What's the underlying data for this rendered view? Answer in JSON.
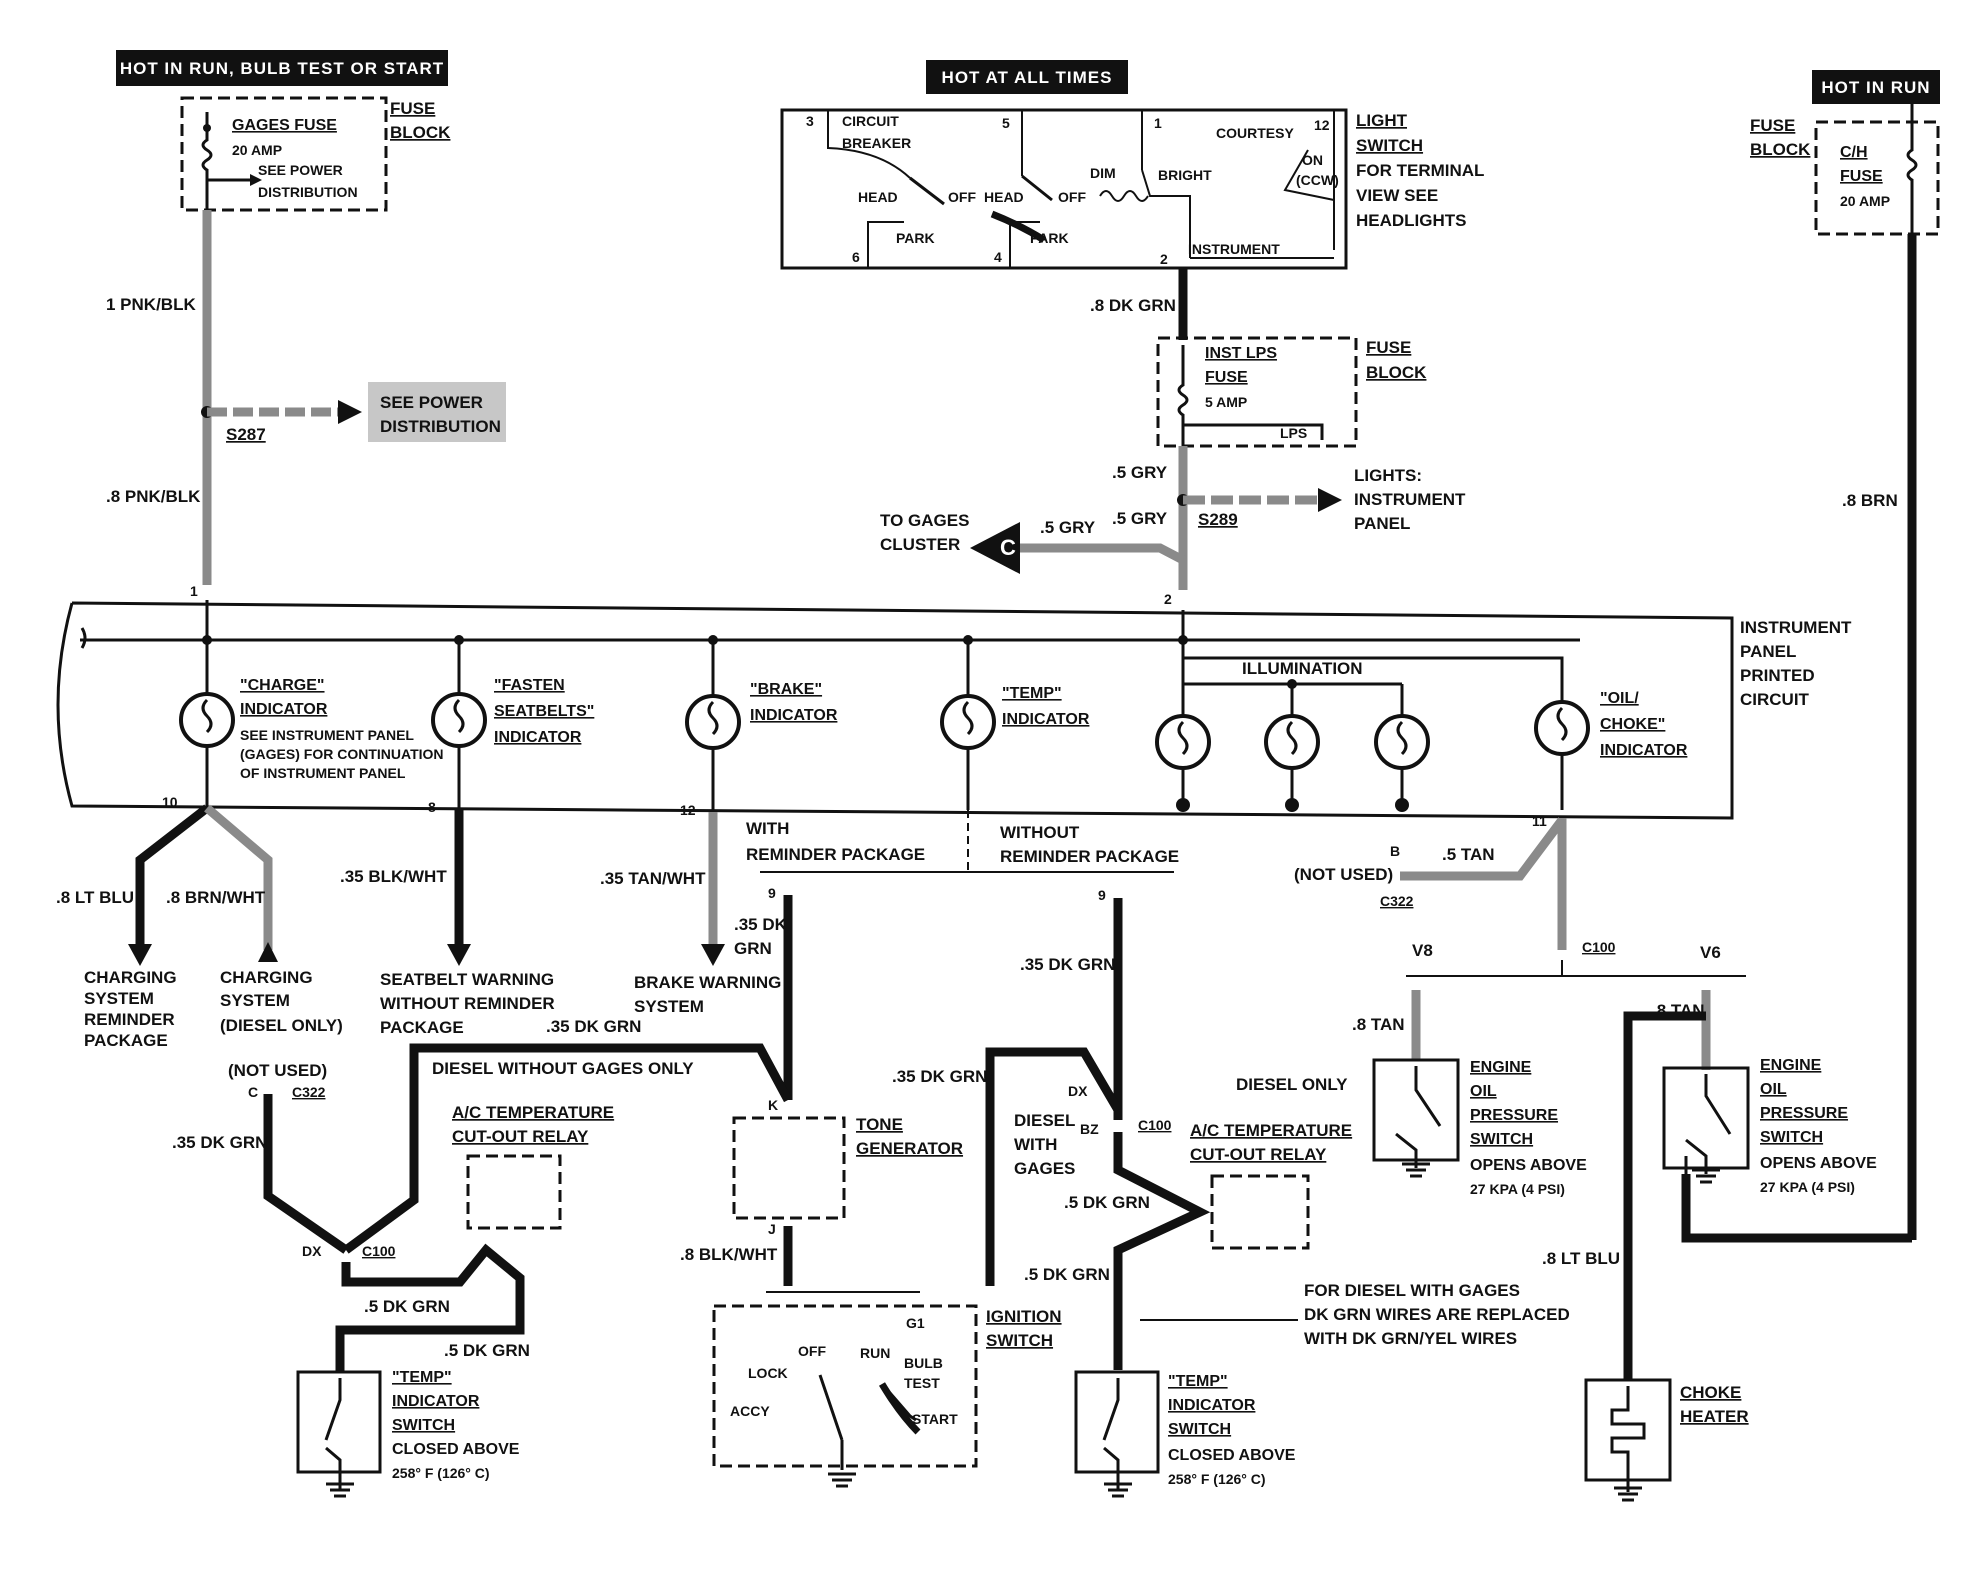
{
  "power": {
    "hot_run_bulb_start": "HOT IN RUN, BULB TEST OR START",
    "hot_all_times": "HOT AT ALL TIMES",
    "hot_in_run": "HOT IN RUN"
  },
  "fuse_block_left": {
    "block": [
      "FUSE",
      "BLOCK"
    ],
    "name": "GAGES FUSE",
    "rating": "20 AMP",
    "note": [
      "SEE POWER",
      "DISTRIBUTION"
    ]
  },
  "fuse_block_right": {
    "block": [
      "FUSE",
      "BLOCK"
    ],
    "name": [
      "C/H",
      "FUSE"
    ],
    "rating": "20 AMP"
  },
  "light_switch": {
    "label": [
      "LIGHT",
      "SWITCH",
      "FOR TERMINAL",
      "VIEW SEE",
      "HEADLIGHTS"
    ],
    "circuit_breaker": [
      "CIRCUIT",
      "BREAKER"
    ],
    "courtesy": "COURTESY",
    "on_ccw": [
      "ON",
      "(CCW)"
    ],
    "dim": "DIM",
    "bright": "BRIGHT",
    "head": "HEAD",
    "off": "OFF",
    "park": "PARK",
    "instrument": "INSTRUMENT",
    "pins": [
      "3",
      "5",
      "1",
      "12",
      "6",
      "4",
      "2"
    ]
  },
  "inst_fuse": {
    "name": [
      "INST LPS",
      "FUSE"
    ],
    "rating": "5 AMP",
    "lps": "LPS",
    "block": [
      "FUSE",
      "BLOCK"
    ]
  },
  "wires": {
    "pnk_blk_1": "1 PNK/BLK",
    "pnk_blk_8": ".8 PNK/BLK",
    "dk_grn_8": ".8 DK GRN",
    "gry_5a": ".5 GRY",
    "gry_5b": ".5 GRY",
    "gry_5c": ".5 GRY",
    "brn_8": ".8 BRN",
    "lt_blu_8": ".8 LT BLU",
    "brn_wht_8": ".8 BRN/WHT",
    "blk_wht_35": ".35 BLK/WHT",
    "tan_wht_35": ".35 TAN/WHT",
    "dk_grn_35_a": ".35 DK",
    "dk_grn_35_a2": "GRN",
    "dk_grn_35_b": ".35 DK GRN",
    "dk_grn_35_c": ".35 DK GRN",
    "dk_grn_35_d": ".35 DK GRN",
    "dk_grn_35_e": ".35 DK GRN",
    "tan_5": ".5 TAN",
    "tan_8a": ".8 TAN",
    "tan_8b": ".8 TAN",
    "lt_blu_8b": ".8 LT BLU",
    "blk_wht_8": ".8 BLK/WHT",
    "dk_grn_5a": ".5 DK GRN",
    "dk_grn_5b": ".5 DK GRN",
    "dk_grn_5c": ".5 DK GRN",
    "dk_grn_5d": ".5 DK GRN"
  },
  "splices": {
    "s287": "S287",
    "s289": "S289",
    "see_power": [
      "SEE POWER",
      "DISTRIBUTION"
    ],
    "lights": [
      "LIGHTS:",
      "INSTRUMENT",
      "PANEL"
    ],
    "to_gages": [
      "TO GAGES",
      "CLUSTER"
    ],
    "c_marker": "C"
  },
  "panel": {
    "label": [
      "INSTRUMENT",
      "PANEL",
      "PRINTED",
      "CIRCUIT"
    ],
    "illumination": "ILLUMINATION",
    "charge": [
      "\"CHARGE\"",
      "INDICATOR"
    ],
    "charge_note": [
      "SEE INSTRUMENT PANEL",
      "(GAGES) FOR CONTINUATION",
      "OF INSTRUMENT PANEL"
    ],
    "seatbelts": [
      "\"FASTEN",
      "SEATBELTS\"",
      "INDICATOR"
    ],
    "brake": [
      "\"BRAKE\"",
      "INDICATOR"
    ],
    "temp": [
      "\"TEMP\"",
      "INDICATOR"
    ],
    "oil": [
      "\"OIL/",
      "CHOKE\"",
      "INDICATOR"
    ],
    "pins": [
      "1",
      "2",
      "10",
      "8",
      "12",
      "9",
      "11"
    ]
  },
  "lower": {
    "with_reminder": [
      "WITH",
      "REMINDER PACKAGE"
    ],
    "without_reminder": [
      "WITHOUT",
      "REMINDER PACKAGE"
    ],
    "charging_reminder": [
      "CHARGING",
      "SYSTEM",
      "REMINDER",
      "PACKAGE"
    ],
    "charging_diesel": [
      "CHARGING",
      "SYSTEM",
      "(DIESEL ONLY)"
    ],
    "seatbelt_warning": [
      "SEATBELT WARNING",
      "WITHOUT REMINDER",
      "PACKAGE"
    ],
    "brake_warning": [
      "BRAKE WARNING",
      "SYSTEM"
    ],
    "diesel_without_gages": "DIESEL WITHOUT GAGES ONLY",
    "not_used": "(NOT USED)",
    "c_pin": "C",
    "c322": "C322",
    "b_pin": "B",
    "c100": "C100",
    "dx": "DX",
    "bz": "BZ",
    "k_pin": "K",
    "j_pin": "J",
    "g1": "G1",
    "nine": "9",
    "ac_relay": [
      "A/C TEMPERATURE",
      "CUT-OUT RELAY"
    ],
    "tone_gen": [
      "TONE",
      "GENERATOR"
    ],
    "ignition": [
      "IGNITION",
      "SWITCH"
    ],
    "ign_pos": [
      "LOCK",
      "ACCY",
      "OFF",
      "RUN",
      "BULB",
      "TEST",
      "START"
    ],
    "temp_switch": [
      "\"TEMP\"",
      "INDICATOR",
      "SWITCH",
      "CLOSED ABOVE",
      "258° F (126° C)"
    ],
    "diesel_only": "DIESEL ONLY",
    "diesel_with_gages": [
      "DIESEL",
      "WITH",
      "GAGES"
    ],
    "diesel_gages_note": [
      "FOR DIESEL WITH GAGES",
      "DK GRN WIRES ARE REPLACED",
      "WITH DK GRN/YEL WIRES"
    ],
    "v8": "V8",
    "v6": "V6",
    "oil_switch": [
      "ENGINE",
      "OIL",
      "PRESSURE",
      "SWITCH",
      "OPENS ABOVE",
      "27 KPA (4 PSI)"
    ],
    "choke": [
      "CHOKE",
      "HEATER"
    ]
  }
}
